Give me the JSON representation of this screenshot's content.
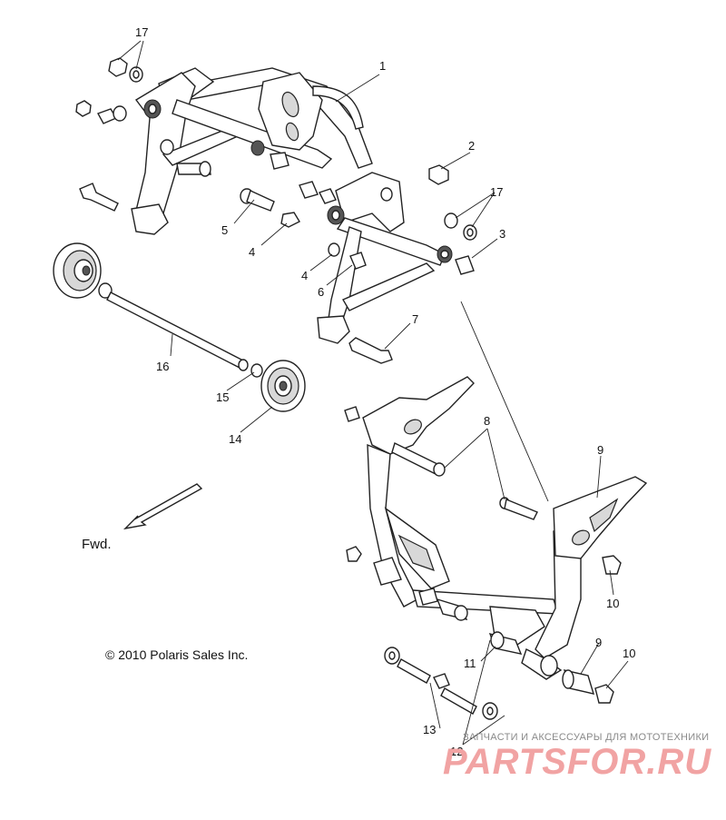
{
  "callouts": {
    "c1": "1",
    "c2": "2",
    "c3": "3",
    "c4a": "4",
    "c4b": "4",
    "c5": "5",
    "c6": "6",
    "c7": "7",
    "c8": "8",
    "c9a": "9",
    "c9b": "9",
    "c10a": "10",
    "c10b": "10",
    "c11": "11",
    "c12": "12",
    "c13": "13",
    "c14": "14",
    "c15": "15",
    "c16": "16",
    "c17a": "17",
    "c17b": "17"
  },
  "direction_label": "Fwd.",
  "copyright": "© 2010 Polaris Sales Inc.",
  "watermark": {
    "tagline": "ЗАПЧАСТИ И АКСЕССУАРЫ ДЛЯ МОТОТЕХНИКИ",
    "logo": "PARTSFOR.RU"
  }
}
